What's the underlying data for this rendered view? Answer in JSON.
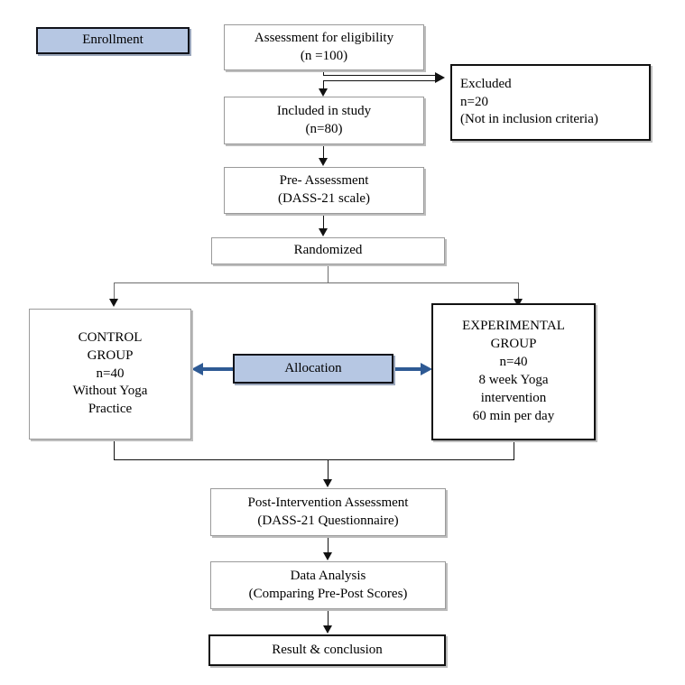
{
  "diagram": {
    "title": "Study flow diagram (CONSORT-style)",
    "type": "flowchart",
    "colors": {
      "fill_blue": "#b6c7e3",
      "arrow_blue": "#2e5a94",
      "box_border_gray": "#9a9a9a",
      "box_border_black": "#111111",
      "shadow_gray": "#bdbdbd",
      "background": "#ffffff"
    }
  },
  "nodes": {
    "enrollment": {
      "label": "Enrollment",
      "lines": [
        "Enrollment"
      ],
      "style": "filled-blue"
    },
    "assessment_eligibility": {
      "lines": [
        "Assessment for eligibility",
        "(n =100)"
      ]
    },
    "excluded": {
      "lines": [
        "Excluded",
        "n=20",
        "(Not in inclusion criteria)"
      ]
    },
    "included": {
      "lines": [
        "Included in study",
        "(n=80)"
      ]
    },
    "pre_assessment": {
      "lines": [
        "Pre- Assessment",
        "(DASS-21 scale)"
      ]
    },
    "randomized": {
      "lines": [
        "Randomized"
      ]
    },
    "control_group": {
      "lines": [
        "CONTROL",
        "GROUP",
        "n=40",
        "Without Yoga",
        "Practice"
      ]
    },
    "allocation": {
      "lines": [
        "Allocation"
      ],
      "style": "filled-blue"
    },
    "experimental_group": {
      "lines": [
        "EXPERIMENTAL",
        "GROUP",
        "n=40",
        "8 week Yoga",
        "intervention",
        "60 min per day"
      ]
    },
    "post_intervention": {
      "lines": [
        "Post-Intervention Assessment",
        "(DASS-21 Questionnaire)"
      ]
    },
    "data_analysis": {
      "lines": [
        "Data Analysis",
        "(Comparing Pre-Post Scores)"
      ]
    },
    "result_conclusion": {
      "lines": [
        "Result & conclusion"
      ]
    }
  }
}
